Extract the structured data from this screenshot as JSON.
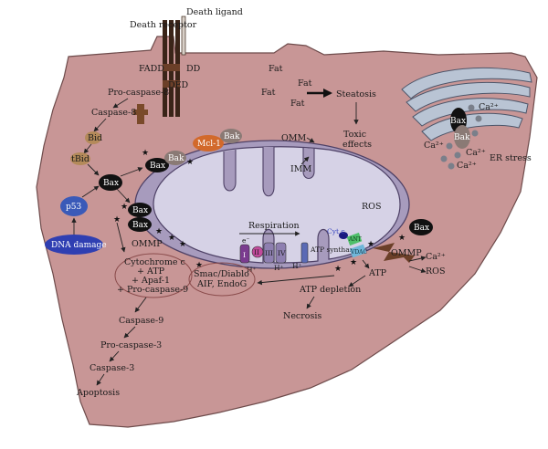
{
  "colors": {
    "cell_fill": "#c89696",
    "cell_stroke": "#6e4b4b",
    "mito_outer": "#a79bbd",
    "mito_inner": "#d6d2e6",
    "dna_damage": "#2f3fb2",
    "p53": "#3a5ab8",
    "mcl1": "#d2692b",
    "bak": "#8a7a75",
    "bax": "#111111",
    "er_fill": "#b9c4d4",
    "receptor": "#3a2418"
  },
  "labels": {
    "death_receptor": "Death receptor",
    "death_ligand": "Death ligand",
    "fadd": "FADD",
    "dd": "DD",
    "ded": "DED",
    "pro_caspase_8": "Pro-caspase-8",
    "caspase_8": "Caspase-8",
    "bid": "Bid",
    "tbid": "tBid",
    "bax": "Bax",
    "bak": "Bak",
    "mcl1": "Mcl-1",
    "p53": "p53",
    "dna_damage": "DNA damage",
    "ommp": "OMMP",
    "omm": "OMM",
    "imm": "IMM",
    "ros": "ROS",
    "respiration": "Respiration",
    "electron": "e⁻",
    "complex_1": "I",
    "complex_2": "II",
    "complex_3": "III",
    "complex_4": "IV",
    "cyt_c": "Cyt c",
    "atp_synthase": "ATP synthase",
    "proton": "H⁺",
    "ant": "ANT",
    "vdac": "VDAC",
    "fat": "Fat",
    "steatosis": "Steatosis",
    "toxic_effects": "Toxic effects",
    "cytochrome_c": "Cytochrome c",
    "plus_atp": "+ ATP",
    "plus_apaf1": "+ Apaf-1",
    "plus_procaspase9": "+ Pro-caspase-9",
    "smac_diablo": "Smac/Diablo",
    "aif_endog": "AIF, EndoG",
    "caspase_9": "Caspase-9",
    "pro_caspase_3": "Pro-caspase-3",
    "caspase_3": "Caspase-3",
    "apoptosis": "Apoptosis",
    "atp": "ATP",
    "atp_depletion": "ATP depletion",
    "necrosis": "Necrosis",
    "ca": "Ca²⁺",
    "er_stress": "ER stress"
  }
}
